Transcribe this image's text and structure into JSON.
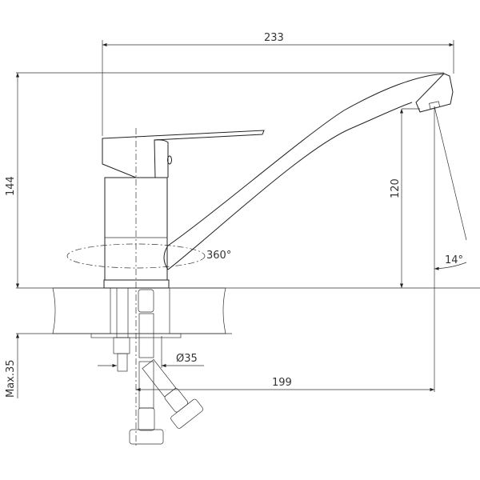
{
  "drawing": {
    "dimensions": {
      "overall_width": "233",
      "overall_height": "144",
      "spout_height": "120",
      "rotation": "360°",
      "spout_angle": "14°",
      "base_diameter": "Ø35",
      "reach": "199",
      "max_counter_thickness": "Max.35"
    },
    "line_color": "#222222",
    "background": "#ffffff"
  }
}
